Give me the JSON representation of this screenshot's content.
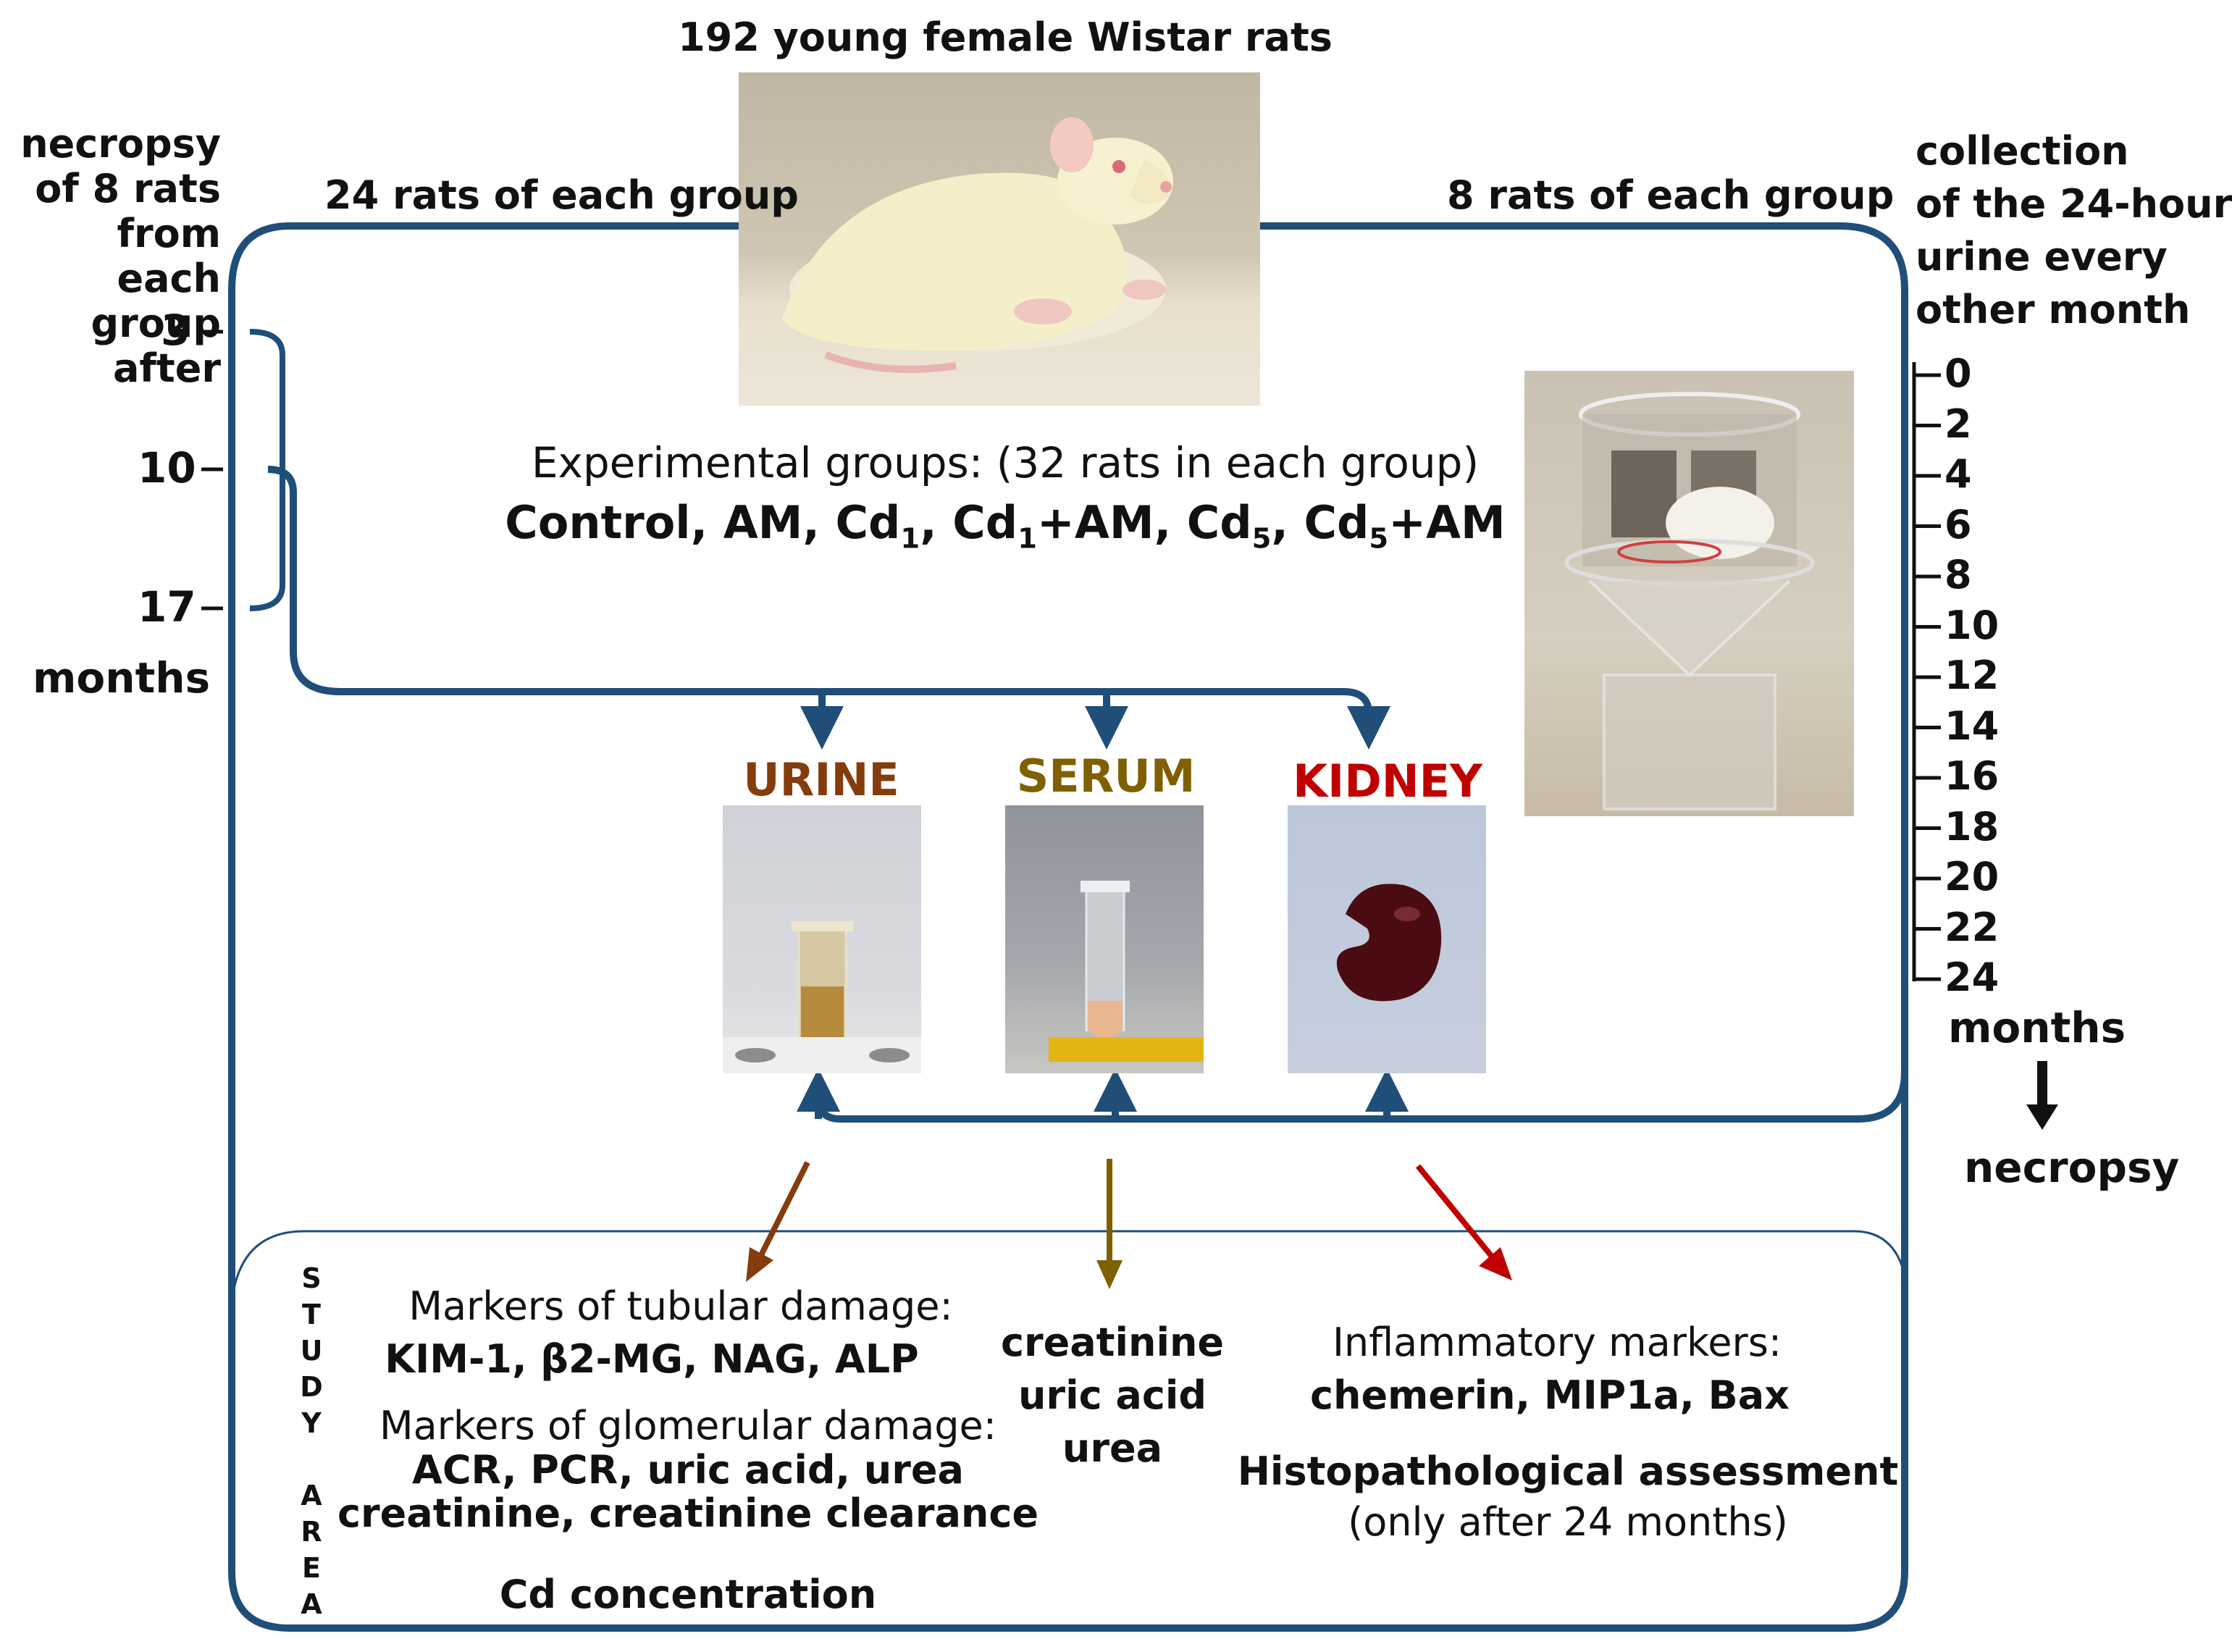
{
  "header": {
    "title": "192 young female Wistar rats",
    "left_branch": "24 rats of each group",
    "right_branch": "8 rats of each group"
  },
  "left_axis": {
    "caption": [
      "necropsy",
      "of 8 rats",
      "from each",
      "group after"
    ],
    "ticks": [
      "3",
      "10",
      "17"
    ],
    "unit": "months"
  },
  "right_axis": {
    "caption": [
      "collection",
      "of the 24-hour",
      "urine every",
      "other month"
    ],
    "ticks": [
      "0",
      "2",
      "4",
      "6",
      "8",
      "10",
      "12",
      "14",
      "16",
      "18",
      "20",
      "22",
      "24"
    ],
    "unit": "months",
    "end_label": "necropsy"
  },
  "groups": {
    "line1": "Experimental groups: (32 rats in each group)",
    "control": "Control",
    "am": "AM",
    "cd": "Cd",
    "sub1": "1",
    "sub5": "5",
    "plus_am": "+AM",
    "sep": ", "
  },
  "samples": {
    "urine": "URINE",
    "serum": "SERUM",
    "kidney": "KIDNEY"
  },
  "study_area": {
    "vertical_word1": [
      "S",
      "T",
      "U",
      "D",
      "Y"
    ],
    "vertical_word2": [
      "A",
      "R",
      "E",
      "A"
    ],
    "tubular_title": "Markers of tubular damage:",
    "tubular_list": "KIM-1, β2-MG, NAG, ALP",
    "glomerular_title": "Markers of glomerular damage:",
    "glomerular_list1": "ACR, PCR, uric acid, urea",
    "glomerular_list2": "creatinine, creatinine clearance",
    "cd_concentration": "Cd concentration",
    "serum_list": [
      "creatinine",
      "uric acid",
      "urea"
    ],
    "inflammatory_title": "Inflammatory markers:",
    "inflammatory_list": "chemerin, MIP1a, Bax",
    "histo_title": "Histopathological assessment",
    "histo_note": "(only after 24 months)"
  },
  "colors": {
    "frame": "#1f4e79",
    "urine": "#843c0c",
    "serum": "#7f6000",
    "kidney": "#c00000"
  }
}
